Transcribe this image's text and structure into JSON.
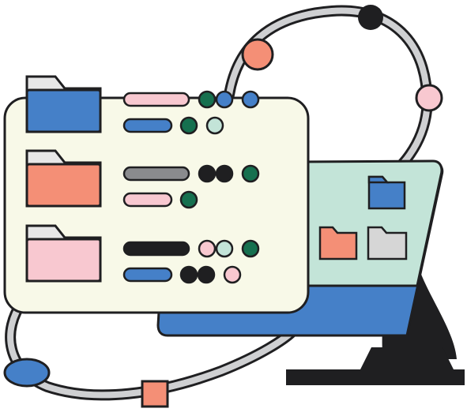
{
  "palette": {
    "outline": "#1f1f21",
    "ring": "#cfd0d2",
    "panel": "#f8f9e8",
    "mint": "#c3e4d8",
    "blue": "#4580c8",
    "coral": "#f48f76",
    "pink": "#f8c8d0",
    "green": "#16704f",
    "grey": "#8a8b8e",
    "lightgrey": "#d6d6d6",
    "folder_tab": "#e7e7e7"
  },
  "folders": [
    {
      "name": "blue-folder",
      "color": "#4580c8"
    },
    {
      "name": "coral-folder",
      "color": "#f48f76"
    },
    {
      "name": "pink-folder",
      "color": "#f8c8d0"
    }
  ],
  "rows": [
    {
      "bar": "#f8c8d0",
      "dots": [
        "#16704f",
        "#4580c8",
        "#4580c8"
      ]
    },
    {
      "bar": "#4580c8",
      "dots": [
        "#16704f",
        "#c3e4d8"
      ]
    },
    {
      "bar": "#8a8b8e",
      "dots": [
        "#1f1f21",
        "#1f1f21",
        "#16704f"
      ]
    },
    {
      "bar": "#f8c8d0",
      "dots": [
        "#16704f"
      ]
    },
    {
      "bar": "#1f1f21",
      "dots": [
        "#f8c8d0",
        "#c3e4d8",
        "#16704f"
      ]
    },
    {
      "bar": "#4580c8",
      "dots": [
        "#1f1f21",
        "#1f1f21",
        "#f8c8d0"
      ]
    }
  ],
  "ring_nodes": [
    {
      "name": "ring-node-black",
      "color": "#1f1f21"
    },
    {
      "name": "ring-node-coral",
      "color": "#f48f76"
    },
    {
      "name": "ring-node-pink",
      "color": "#f8c8d0"
    },
    {
      "name": "ring-node-blue",
      "color": "#4580c8"
    },
    {
      "name": "ring-node-square",
      "color": "#f48f76"
    }
  ]
}
